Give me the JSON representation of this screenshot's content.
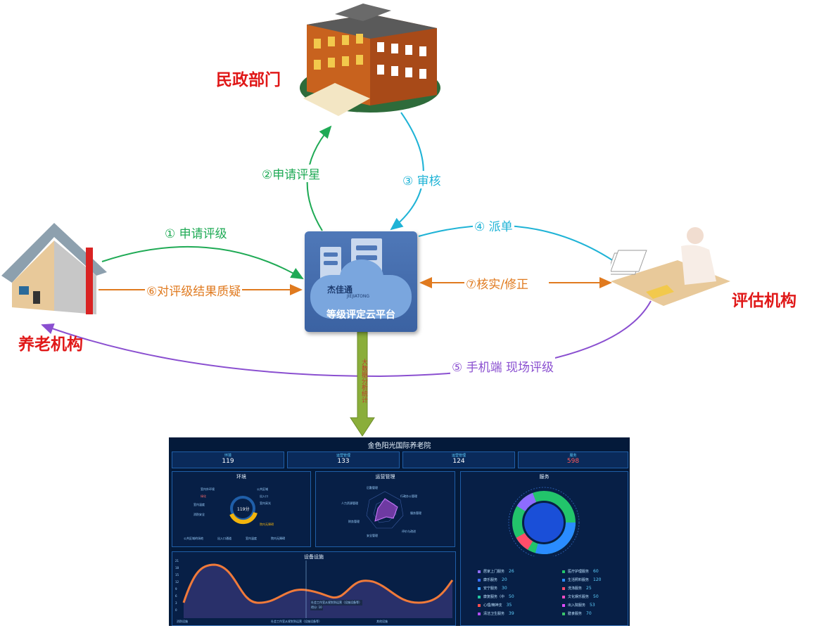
{
  "nodes": {
    "civil_affairs": "民政部门",
    "elderly_institution": "养老机构",
    "assessment_org": "评估机构",
    "platform_brand": "杰佳通",
    "platform_brand_en": "JIEJIATONG",
    "platform_name": "等级评定云平台"
  },
  "flows": {
    "f1": "① 申请评级",
    "f2": "②申请评星",
    "f3": "③ 审核",
    "f4": "④ 派单",
    "f5": "⑤ 手机端 现场评级",
    "f6": "⑥对评级结果质疑",
    "f7": "⑦核实/修正",
    "down_label": "大数据分析统计"
  },
  "colors": {
    "green_flow": "#1faa55",
    "cyan_flow": "#1fb3d6",
    "orange_flow": "#e07a1f",
    "purple_flow": "#8a4fd0",
    "node_red": "#e01818",
    "down_arrow": "#8aae3a"
  },
  "icons": {
    "civil_affairs": "government-building-icon",
    "elderly_institution": "house-icon",
    "assessment_org": "person-at-desk-icon",
    "platform": "cloud-server-icon"
  },
  "dashboard": {
    "title": "金色阳光国际养老院",
    "kpis": [
      {
        "label": "环境",
        "value": "119"
      },
      {
        "label": "运营管理",
        "value": "133"
      },
      {
        "label": "运营管理",
        "value": "124"
      },
      {
        "label": "服务",
        "value": "598"
      }
    ],
    "env_panel": {
      "title": "环境",
      "score": "119分",
      "labels": [
        "室内外环境",
        "绿化",
        "室内温度",
        "消防安全",
        "公共区域",
        "出入口",
        "室内采光",
        "院内无障碍"
      ],
      "legend": [
        "公共区域的场地",
        "出入口通道",
        "室内温度",
        "院内无障碍"
      ]
    },
    "ops_panel": {
      "title": "运营管理",
      "axes": [
        "后勤管理",
        "行政办公管理",
        "服务管理",
        "评价与改进",
        "安全管理",
        "财务管理",
        "人力资源管理"
      ]
    },
    "service_panel": {
      "title": "服务",
      "items": [
        {
          "name": "居家上门服务",
          "value": "26",
          "color": "#8e6cff"
        },
        {
          "name": "医疗护理服务",
          "value": "60",
          "color": "#22c46b"
        },
        {
          "name": "康乐服务",
          "value": "20",
          "color": "#3a6cff"
        },
        {
          "name": "生活照料服务",
          "value": "120",
          "color": "#2a8cff"
        },
        {
          "name": "安宁服务",
          "value": "30",
          "color": "#3aa0ff"
        },
        {
          "name": "洗涤服务",
          "value": "25",
          "color": "#ff4d6a"
        },
        {
          "name": "康复服务（中",
          "value": "50",
          "color": "#22c4a0"
        },
        {
          "name": "文化娱乐服务",
          "value": "50",
          "color": "#ff4dc4"
        },
        {
          "name": "心理/精神支",
          "value": "35",
          "color": "#ff4d4d"
        },
        {
          "name": "出入院服务",
          "value": "53",
          "color": "#e04dff"
        },
        {
          "name": "清洁卫生服务",
          "value": "39",
          "color": "#b04dff"
        },
        {
          "name": "膳食服务",
          "value": "70",
          "color": "#3ac46b"
        }
      ]
    },
    "device_panel": {
      "title": "设备设施",
      "y_ticks": [
        "21",
        "18",
        "15",
        "12",
        "9",
        "6",
        "3",
        "0"
      ],
      "tooltip_line1": "社会工作室从规划到运营（设施设备等）",
      "tooltip_line2": "得分: 10",
      "x_labels": [
        "消防设施",
        "社会工作室从规划到运营（设施设备等）",
        "其他设施"
      ]
    }
  }
}
